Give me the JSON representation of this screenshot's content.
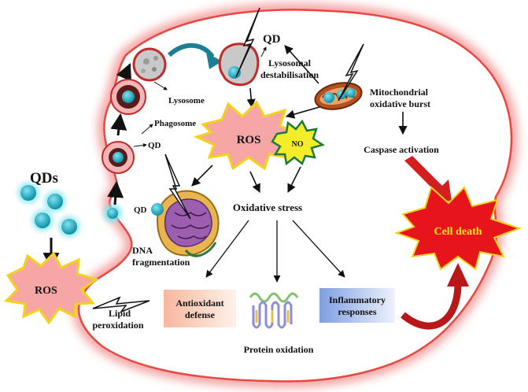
{
  "labels": {
    "qds": "QDs",
    "ros_outside": "ROS",
    "lipid_line1": "Lipid",
    "lipid_line2": "peroxidation",
    "qd_entry": "QD",
    "phagosome": "Phagosome",
    "lysosome": "Lysosome",
    "lyso_line1": "Lysosomal",
    "lyso_line2": "destabilisation",
    "qd_top": "QD",
    "mito_line1": "Mitochondrial",
    "mito_line2": "oxidative burst",
    "caspase": "Caspase activation",
    "ros_inside": "ROS",
    "no": "NO",
    "qd_nucleus": "QD",
    "dna_line1": "DNA",
    "dna_line2": "fragmentation",
    "oxidative_stress": "Oxidative stress",
    "antioxidant_line1": "Antioxidant",
    "antioxidant_line2": "defense",
    "protein_oxidation": "Protein oxidation",
    "inflammatory_line1": "Inflammatory",
    "inflammatory_line2": "responses",
    "cell_death": "Cell death"
  },
  "colors": {
    "cell_glow": "#f4a0a0",
    "cell_membrane": "#e8483f",
    "qd_fill": "#1fb3c9",
    "ros_fill": "#f7a6a6",
    "ros_border": "#f4d21a",
    "no_fill": "#f5ec2a",
    "no_border": "#1b7a3a",
    "cell_death_fill": "#e8141b",
    "cell_death_text": "#ffe81a",
    "antioxidant_box": "#fbd2bf",
    "inflammatory_box": "#9fb5e6",
    "big_arrow": "#d31f1f"
  },
  "icons": {
    "lightning": "lightning-bolt-icon",
    "mitochondrion": "mitochondrion-icon",
    "nucleus": "nucleus-icon",
    "protein": "protein-icon"
  }
}
